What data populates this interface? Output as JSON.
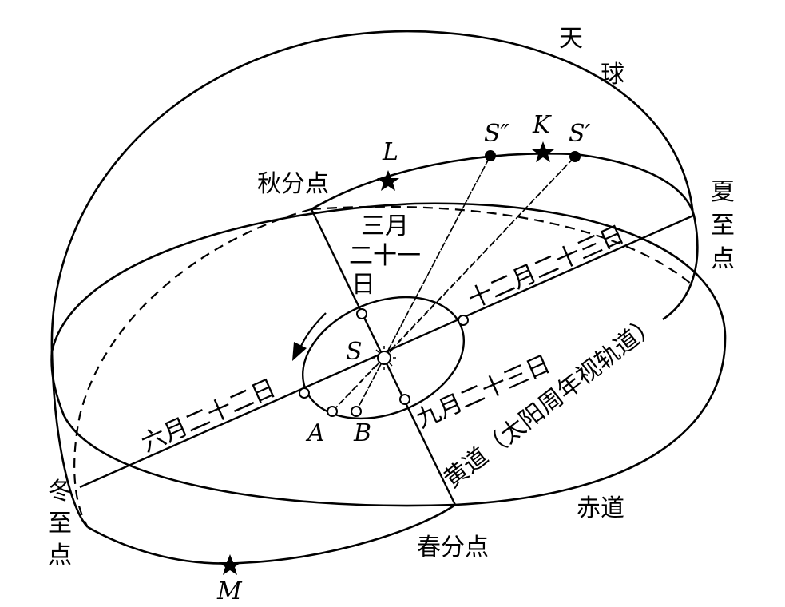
{
  "labels": {
    "celestial_sphere_1": "天",
    "celestial_sphere_2": "球",
    "autumnal_equinox": "秋分点",
    "summer_solstice_1": "夏",
    "summer_solstice_2": "至",
    "summer_solstice_3": "点",
    "winter_solstice_1": "冬",
    "winter_solstice_2": "至",
    "winter_solstice_3": "点",
    "vernal_equinox": "春分点",
    "equator": "赤道",
    "ecliptic": "黄道（太阳周年视轨道）",
    "mar21_1": "三月",
    "mar21_2": "二十一",
    "mar21_3": "日",
    "dec23": "十二月二十三日",
    "jun22": "六月二十二日",
    "sep23": "九月二十三日"
  },
  "points": {
    "S": "S",
    "S_double": "S″",
    "S_prime": "S′",
    "K": "K",
    "L": "L",
    "M": "M",
    "A": "A",
    "B": "B"
  }
}
